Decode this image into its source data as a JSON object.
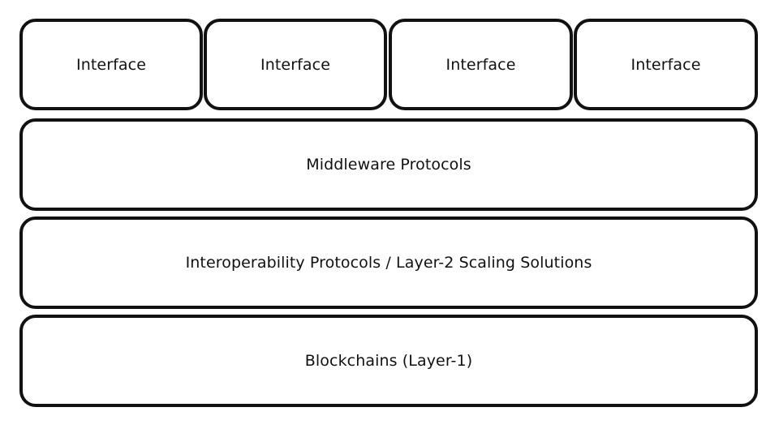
{
  "interfaces": [
    {
      "label": "Interface"
    },
    {
      "label": "Interface"
    },
    {
      "label": "Interface"
    },
    {
      "label": "Interface"
    }
  ],
  "layers": {
    "middleware": "Middleware Protocols",
    "interoperability": "Interoperability Protocols / Layer-2 Scaling Solutions",
    "blockchains": "Blockchains (Layer-1)"
  },
  "colors": {
    "border": "#111111",
    "background": "#ffffff",
    "text": "#111111"
  }
}
